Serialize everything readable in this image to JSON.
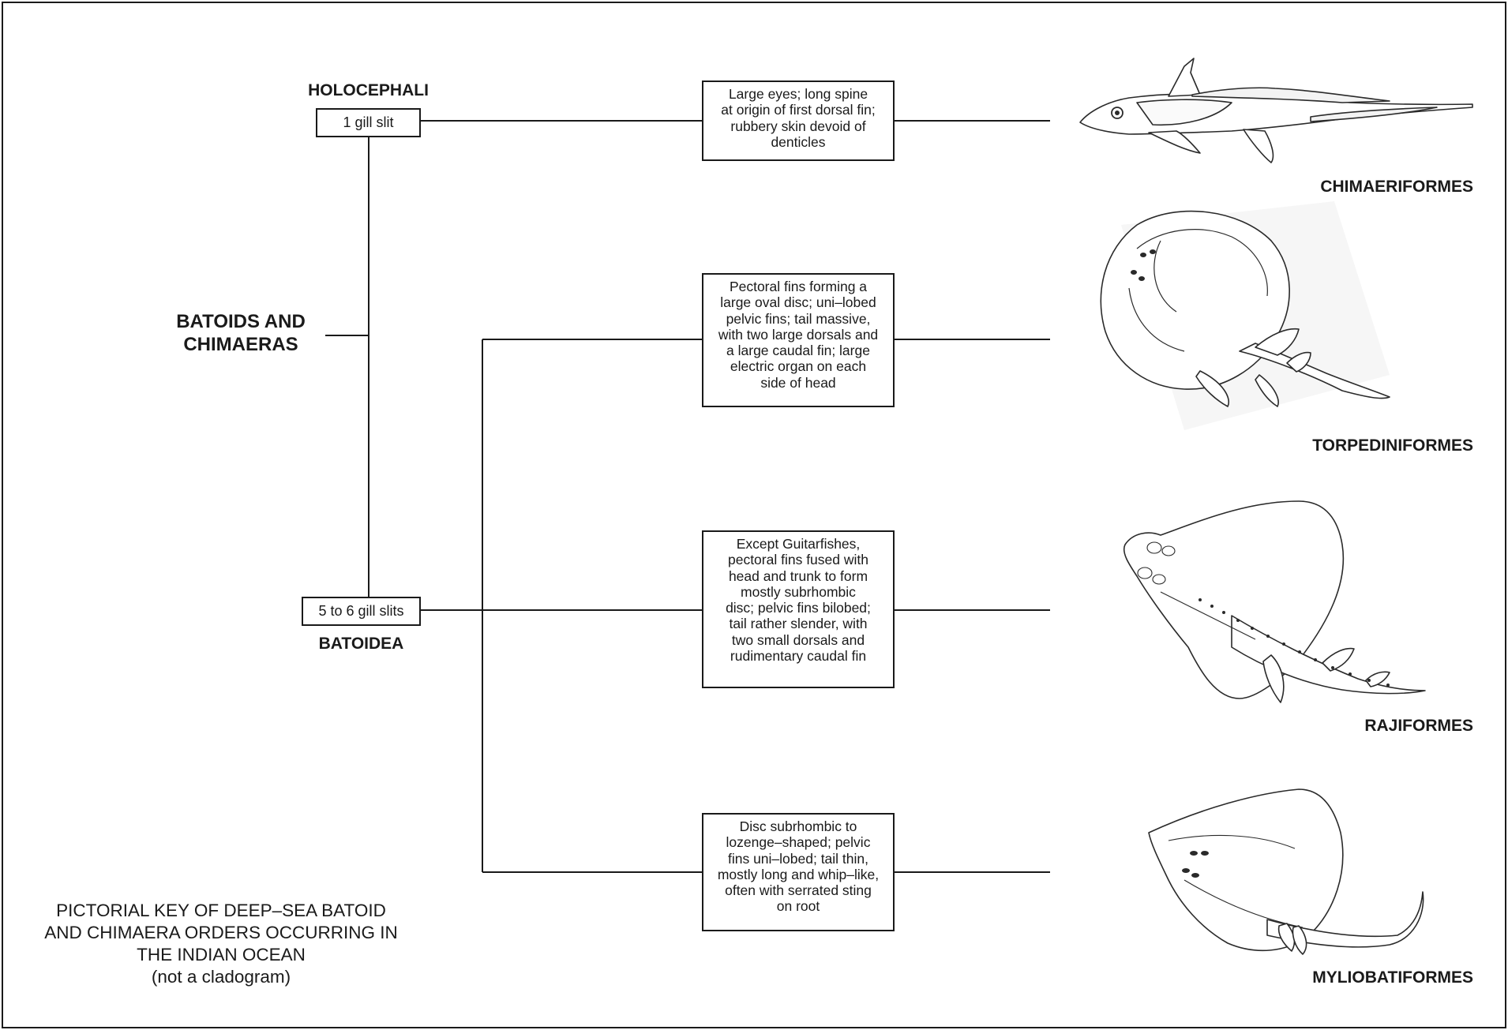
{
  "diagram": {
    "root": {
      "label_line1": "BATOIDS AND",
      "label_line2": "CHIMAERAS"
    },
    "groups": {
      "holocephali": {
        "name": "HOLOCEPHALI",
        "gill_label": "1 gill slit"
      },
      "batoidea": {
        "name": "BATOIDEA",
        "gill_label": "5 to 6 gill slits"
      }
    },
    "orders": [
      {
        "name": "CHIMAERIFORMES",
        "description_lines": [
          "Large eyes; long spine",
          "at origin of first dorsal fin;",
          "rubbery skin devoid of",
          "denticles"
        ],
        "illustration": "chimaera-illustration"
      },
      {
        "name": "TORPEDINIFORMES",
        "description_lines": [
          "Pectoral fins forming a",
          "large oval disc; uni–lobed",
          "pelvic fins; tail massive,",
          "with two large dorsals and",
          "a large caudal fin; large",
          "electric organ on each",
          "side of head"
        ],
        "illustration": "torpedo-ray-illustration"
      },
      {
        "name": "RAJIFORMES",
        "description_lines": [
          "Except Guitarfishes,",
          "pectoral fins fused with",
          "head and trunk to form",
          "mostly subrhombic",
          "disc; pelvic fins bilobed;",
          "tail rather slender, with",
          "two small dorsals and",
          "rudimentary caudal fin"
        ],
        "illustration": "skate-illustration"
      },
      {
        "name": "MYLIOBATIFORMES",
        "description_lines": [
          "Disc subrhombic to",
          "lozenge–shaped; pelvic",
          "fins uni–lobed; tail thin,",
          "mostly long and whip–like,",
          "often with serrated sting",
          "on root"
        ],
        "illustration": "stingray-illustration"
      }
    ],
    "caption_lines": [
      "PICTORIAL KEY OF DEEP–SEA BATOID",
      "AND CHIMAERA ORDERS OCCURRING IN",
      "THE INDIAN OCEAN",
      "(not a cladogram)"
    ]
  },
  "colors": {
    "line": "#1a1a1a",
    "background": "#ffffff",
    "illustration_fill": "#f3f3f3"
  }
}
